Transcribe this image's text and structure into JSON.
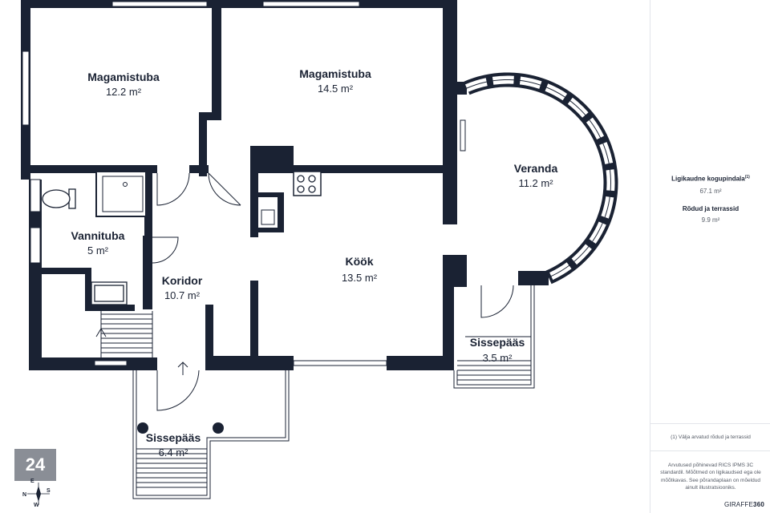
{
  "rooms": [
    {
      "name": "Magamistuba",
      "area": "12.2 m²"
    },
    {
      "name": "Magamistuba",
      "area": "14.5 m²"
    },
    {
      "name": "Veranda",
      "area": "11.2 m²"
    },
    {
      "name": "Vannituba",
      "area": "5 m²"
    },
    {
      "name": "Koridor",
      "area": "10.7 m²"
    },
    {
      "name": "Köök",
      "area": "13.5 m²"
    },
    {
      "name": "Sissepääs",
      "area": "3.5 m²"
    },
    {
      "name": "Sissepääs",
      "area": "6.4 m²"
    }
  ],
  "panel": {
    "total_label": "Ligikaudne kogupindala",
    "total_note_ref": "(1)",
    "total_value": "67.1 m²",
    "terrace_label": "Rõdud ja terrassid",
    "terrace_value": "9.9 m²",
    "footnote": "(1) Välja arvatud rõdud ja terrassid",
    "disclaimer": "Arvutused põhinevad RICS IPMS 3C standardil. Mõõtmed on ligikaudsed ega ole mõõtkavas. See põrandaplaan on mõeldud ainult illustratsiooniks.",
    "brand_a": "GIRAFFE",
    "brand_b": "360"
  },
  "badge": {
    "text": "24"
  },
  "compass": {
    "n": "N",
    "e": "E",
    "s": "S",
    "w": "W"
  },
  "colors": {
    "wall": "#1a2233",
    "window": "#ffffff",
    "text": "#1a2233",
    "badge": "#8a8e96"
  }
}
